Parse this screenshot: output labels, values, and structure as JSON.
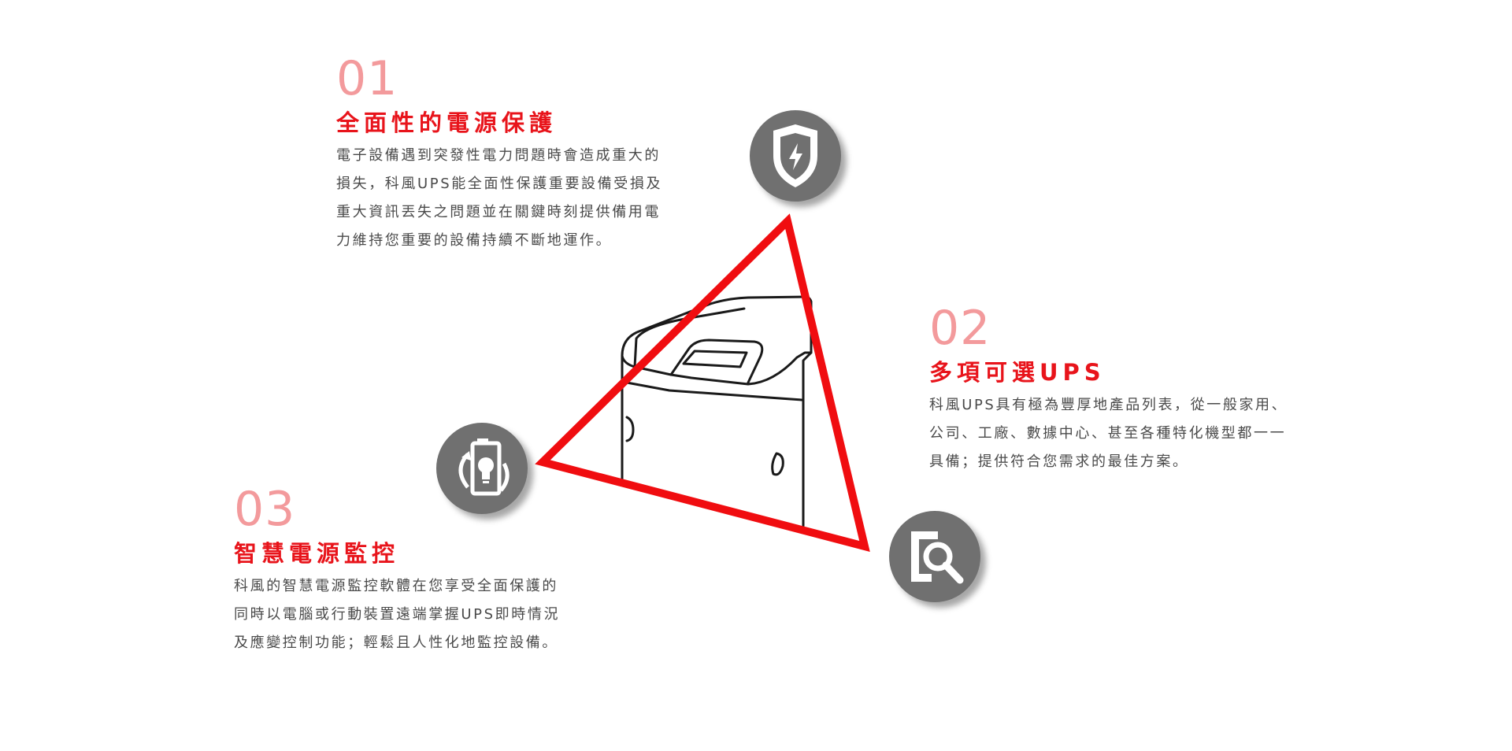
{
  "features": [
    {
      "number": "01",
      "title": "全面性的電源保護",
      "lines": [
        "電子設備遇到突發性電力問題時會造成重大的",
        "損失，科風UPS能全面性保護重要設備受損及",
        "重大資訊丟失之問題並在關鍵時刻提供備用電",
        "力維持您重要的設備持續不斷地運作。"
      ],
      "icon": "shield-lightning-icon"
    },
    {
      "number": "02",
      "title": "多項可選UPS",
      "lines": [
        "科風UPS具有極為豐厚地產品列表，從一般家用、",
        "公司、工廠、數據中心、甚至各種特化機型都一一",
        "具備；提供符合您需求的最佳方案。"
      ],
      "icon": "document-search-icon"
    },
    {
      "number": "03",
      "title": "智慧電源監控",
      "lines": [
        "科風的智慧電源監控軟體在您享受全面保護的",
        "同時以電腦或行動裝置遠端掌握UPS即時情況",
        "及應變控制功能；輕鬆且人性化地監控設備。"
      ],
      "icon": "battery-bulb-cycle-icon"
    }
  ],
  "colors": {
    "accent": "#e8141b",
    "number": "#f39a9c",
    "text": "#4a4a4a",
    "badge": "#707070"
  }
}
